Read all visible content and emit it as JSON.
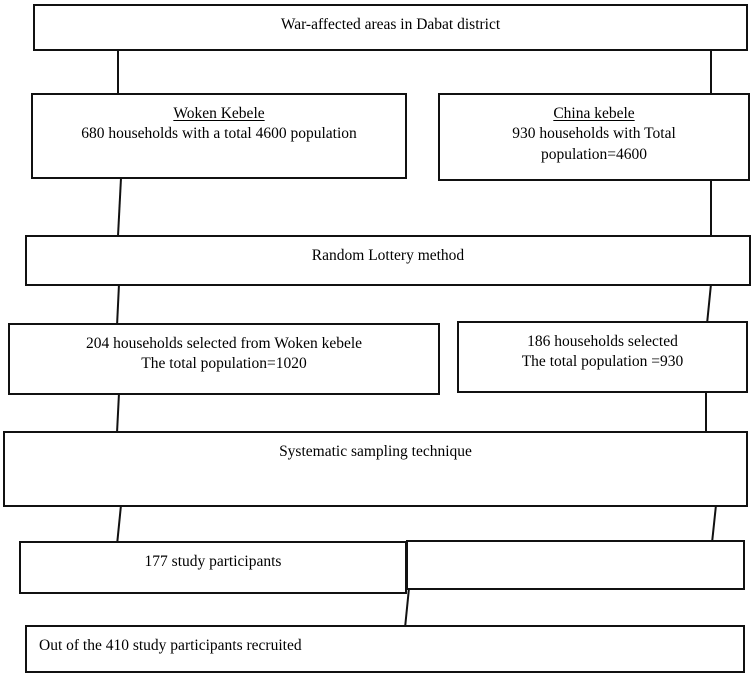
{
  "figure": {
    "type": "flowchart",
    "title": "Sampling procedure flow diagram",
    "orientation": "top-down",
    "colors": {
      "background": "#ffffff",
      "border": "#111111",
      "text": "#000000"
    }
  },
  "nodes": {
    "root": {
      "id": "war-affected-areas",
      "text": "War-affected areas in Dabat district",
      "align": "center"
    },
    "woken_kebele": {
      "id": "woken-kebele",
      "heading": "Woken Kebele",
      "detail": "680 households with a total 4600 population",
      "align": "center"
    },
    "china_kebele": {
      "id": "china-kebele",
      "heading": "China kebele",
      "detail_line_1": "930 households with Total",
      "detail_line_2": "population=4600",
      "align": "center"
    },
    "random_lottery": {
      "id": "random-lottery-method",
      "text": "Random Lottery method",
      "align": "center"
    },
    "woken_selected": {
      "id": "woken-households-selected",
      "line_1": "204 households selected from Woken kebele",
      "line_2": "The total population=1020",
      "align": "center"
    },
    "china_selected": {
      "id": "china-households-selected",
      "line_1": "186 households selected",
      "line_2": "The total population =930",
      "align": "center"
    },
    "systematic_sampling": {
      "id": "systematic-sampling-technique",
      "text": "Systematic sampling technique",
      "align": "center"
    },
    "participants_left": {
      "id": "study-participants-177",
      "text": "177 study participants",
      "align": "center"
    },
    "participants_right": {
      "id": "study-participants-blank",
      "text": "",
      "align": "center"
    },
    "recruited_total": {
      "id": "total-recruited",
      "text": "Out of the 410 study participants recruited",
      "align": "left"
    }
  },
  "chart_data": {
    "type": "flowchart",
    "title": "War-affected areas in Dabat district sampling flow",
    "stages": [
      {
        "level": 0,
        "label": "War-affected areas in Dabat district",
        "values": {}
      },
      {
        "level": 1,
        "label": "Woken Kebele",
        "values": {
          "households": 680,
          "population": 4600
        }
      },
      {
        "level": 1,
        "label": "China kebele",
        "values": {
          "households": 930,
          "population": 4600
        }
      },
      {
        "level": 2,
        "label": "Random Lottery method",
        "values": {}
      },
      {
        "level": 3,
        "label": "204 households selected from Woken kebele",
        "values": {
          "households": 204,
          "population": 1020
        }
      },
      {
        "level": 3,
        "label": "186 households selected",
        "values": {
          "households": 186,
          "population": 930
        }
      },
      {
        "level": 4,
        "label": "Systematic sampling technique",
        "values": {}
      },
      {
        "level": 5,
        "label": "177 study participants",
        "values": {
          "participants": 177
        }
      },
      {
        "level": 6,
        "label": "Out of the 410 study participants recruited",
        "values": {
          "participants": 410
        }
      }
    ],
    "edges": [
      {
        "from": "War-affected areas in Dabat district",
        "to": "Woken Kebele"
      },
      {
        "from": "War-affected areas in Dabat district",
        "to": "China kebele"
      },
      {
        "from": "Woken Kebele",
        "to": "Random Lottery method"
      },
      {
        "from": "China kebele",
        "to": "Random Lottery method"
      },
      {
        "from": "Random Lottery method",
        "to": "204 households selected from Woken kebele"
      },
      {
        "from": "Random Lottery method",
        "to": "186 households selected"
      },
      {
        "from": "204 households selected from Woken kebele",
        "to": "Systematic sampling technique"
      },
      {
        "from": "186 households selected",
        "to": "Systematic sampling technique"
      },
      {
        "from": "Systematic sampling technique",
        "to": "177 study participants"
      },
      {
        "from": "177 study participants",
        "to": "Out of the 410 study participants recruited"
      }
    ]
  }
}
